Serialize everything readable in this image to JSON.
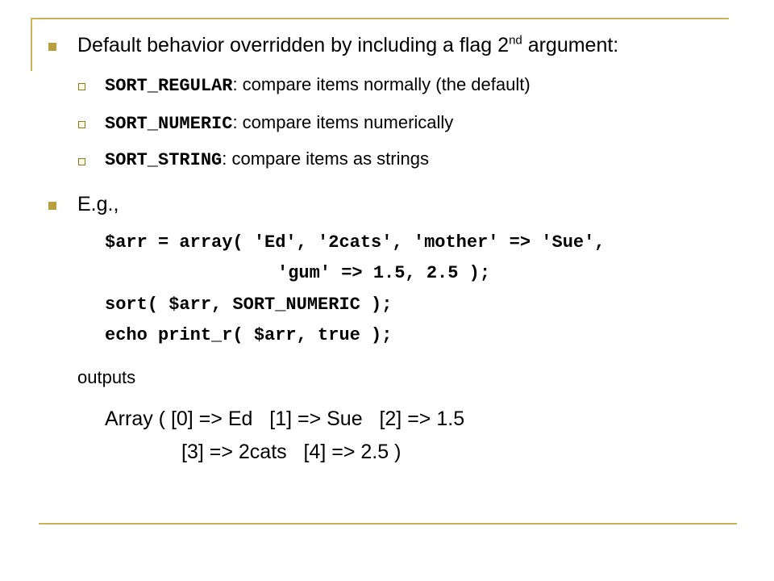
{
  "slide": {
    "bullet1": {
      "text_before": "Default behavior overridden by including a flag 2",
      "superscript": "nd",
      "text_after": " argument:"
    },
    "sub_items": [
      {
        "code": "SORT_REGULAR",
        "desc": ": compare items normally (the default)"
      },
      {
        "code": "SORT_NUMERIC",
        "desc": ": compare items numerically"
      },
      {
        "code": "SORT_STRING",
        "desc": ": compare items as strings"
      }
    ],
    "bullet2": {
      "text": "E.g.,"
    },
    "code_lines": [
      "$arr = array( 'Ed', '2cats', 'mother' => 'Sue',",
      "'gum' => 1.5, 2.5 );",
      "sort( $arr, SORT_NUMERIC );",
      "echo print_r( $arr, true );"
    ],
    "outputs_label": "outputs",
    "output_lines": [
      "Array ( [0] => Ed   [1] => Sue   [2] => 1.5",
      "[3] => 2cats   [4] => 2.5 )"
    ]
  },
  "colors": {
    "rule": "#c9b455",
    "bullet": "#b8a040"
  }
}
